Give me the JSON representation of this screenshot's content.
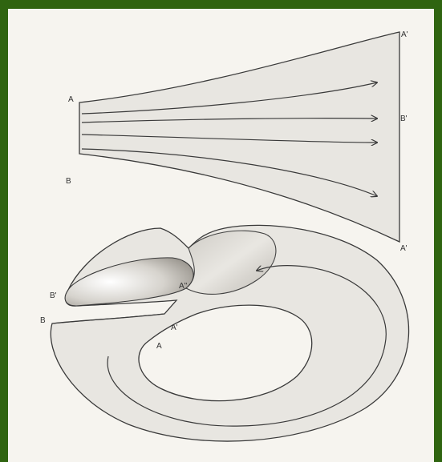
{
  "colors": {
    "frame": "#2f6410",
    "paper": "#f6f4ef",
    "ink": "#3a3a3a",
    "shading": "#b9b6b0"
  },
  "top_figure": {
    "labels": {
      "A": "A",
      "B": "B",
      "A_prime_top": "A'",
      "B_prime": "B'",
      "A_prime_bottom": "A'"
    }
  },
  "bottom_figure": {
    "labels": {
      "B_prime": "B'",
      "B": "B",
      "A_double_prime": "A\"",
      "A_prime": "A'",
      "A": "A"
    }
  }
}
